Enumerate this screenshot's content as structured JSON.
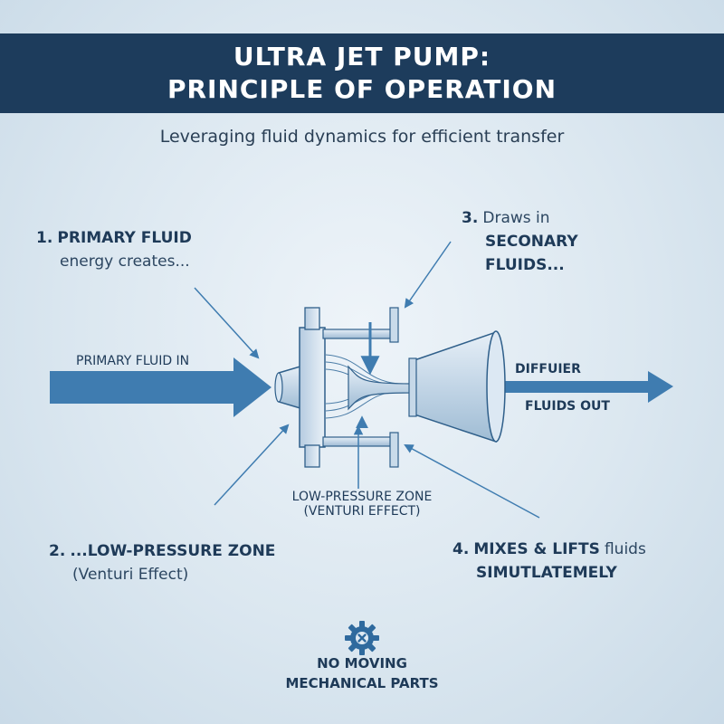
{
  "title": {
    "line1": "ULTRA JET PUMP:",
    "line2": "PRINCIPLE OF OPERATION"
  },
  "subtitle": "Leveraging fluid dynamics for efficient transfer",
  "steps": {
    "s1": {
      "num": "1.",
      "strong": "PRIMARY FLUID",
      "rest": "energy creates..."
    },
    "s2": {
      "num": "2.",
      "strong": "...LOW-PRESSURE ZONE",
      "rest": "(Venturi Effect)"
    },
    "s3": {
      "num": "3.",
      "pre": "Draws in",
      "strong1": "SECONARY",
      "strong2": "FLUIDS..."
    },
    "s4": {
      "num": "4.",
      "strong": "MIXES & LIFTS",
      "rest": "fluids",
      "strong2": "SIMUTLATEMELY"
    }
  },
  "labels": {
    "primary_in": "PRIMARY FLUID IN",
    "diffuser": "DIFFUIER",
    "fluids_out": "FLUIDS OUT",
    "zone_line1": "LOW-PRESSURE ZONE",
    "zone_line2": "(VENTURI EFFECT)"
  },
  "footer": {
    "line1": "NO MOVING",
    "line2": "MECHANICAL PARTS"
  },
  "icons": {
    "gear": "gear-icon"
  },
  "colors": {
    "banner": "#1d3c5c",
    "arrow": "#3f7cb0",
    "metal": "#c3d6e6",
    "outline": "#2f5f8a"
  }
}
